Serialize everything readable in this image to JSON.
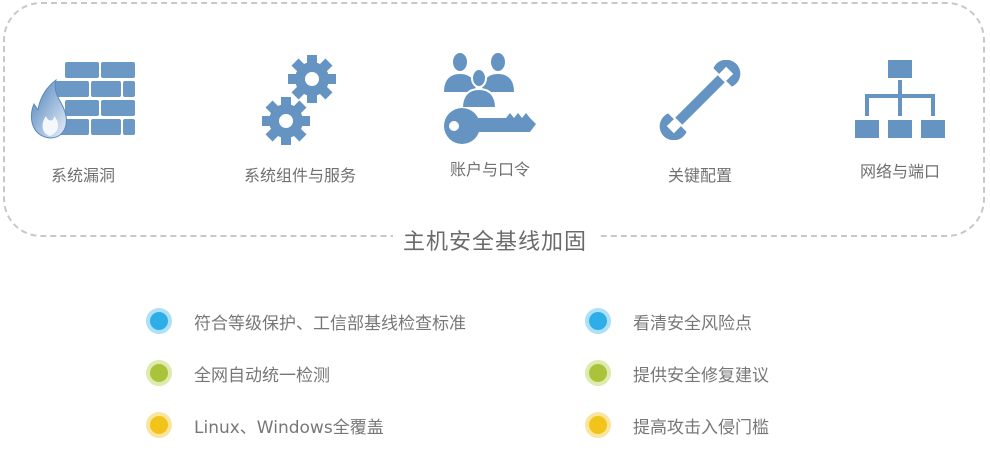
{
  "panel": {
    "title": "主机安全基线加固",
    "items": [
      {
        "label": "系统漏洞",
        "icon": "firewall-icon"
      },
      {
        "label": "系统组件与服务",
        "icon": "gears-icon"
      },
      {
        "label": "账户与口令",
        "icon": "users-key-icon"
      },
      {
        "label": "关键配置",
        "icon": "wrench-icon"
      },
      {
        "label": "网络与端口",
        "icon": "network-icon"
      }
    ]
  },
  "features": {
    "left": [
      {
        "text": "符合等级保护、工信部基线检查标准",
        "color": "#2eaee8"
      },
      {
        "text": "全网自动统一检测",
        "color": "#a9c43a"
      },
      {
        "text": "Linux、Windows全覆盖",
        "color": "#f2c419"
      }
    ],
    "right": [
      {
        "text": "看清安全风险点",
        "color": "#2eaee8"
      },
      {
        "text": "提供安全修复建议",
        "color": "#a9c43a"
      },
      {
        "text": "提高攻击入侵门槛",
        "color": "#f2c419"
      }
    ]
  },
  "colors": {
    "icon_blue": "#6694c2",
    "border": "#c8c8c8",
    "text": "#707070"
  }
}
